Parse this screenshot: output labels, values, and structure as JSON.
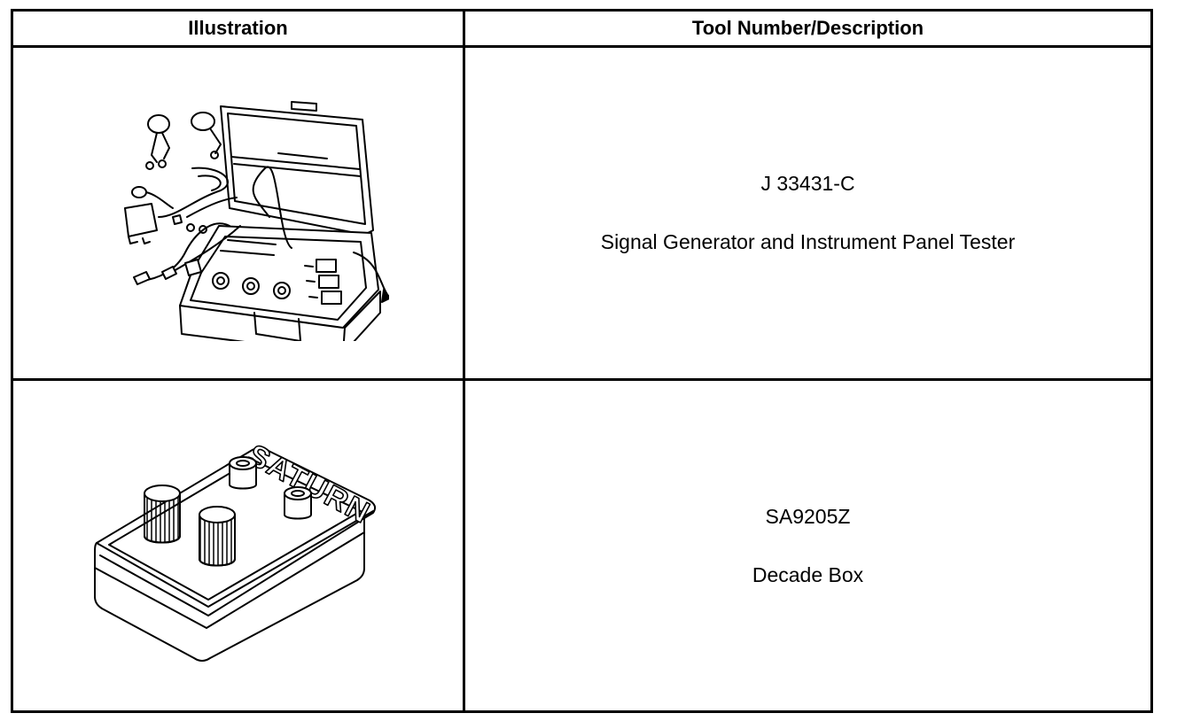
{
  "table": {
    "headers": {
      "illustration": "Illustration",
      "tool_description": "Tool Number/Description"
    },
    "rows": [
      {
        "illustration_icon": "signal-generator-case-icon",
        "tool_number": "J 33431-C",
        "description": "Signal Generator and Instrument Panel Tester"
      },
      {
        "illustration_icon": "decade-box-icon",
        "illustration_text": "SATURN",
        "tool_number": "SA9205Z",
        "description": "Decade Box"
      }
    ]
  }
}
